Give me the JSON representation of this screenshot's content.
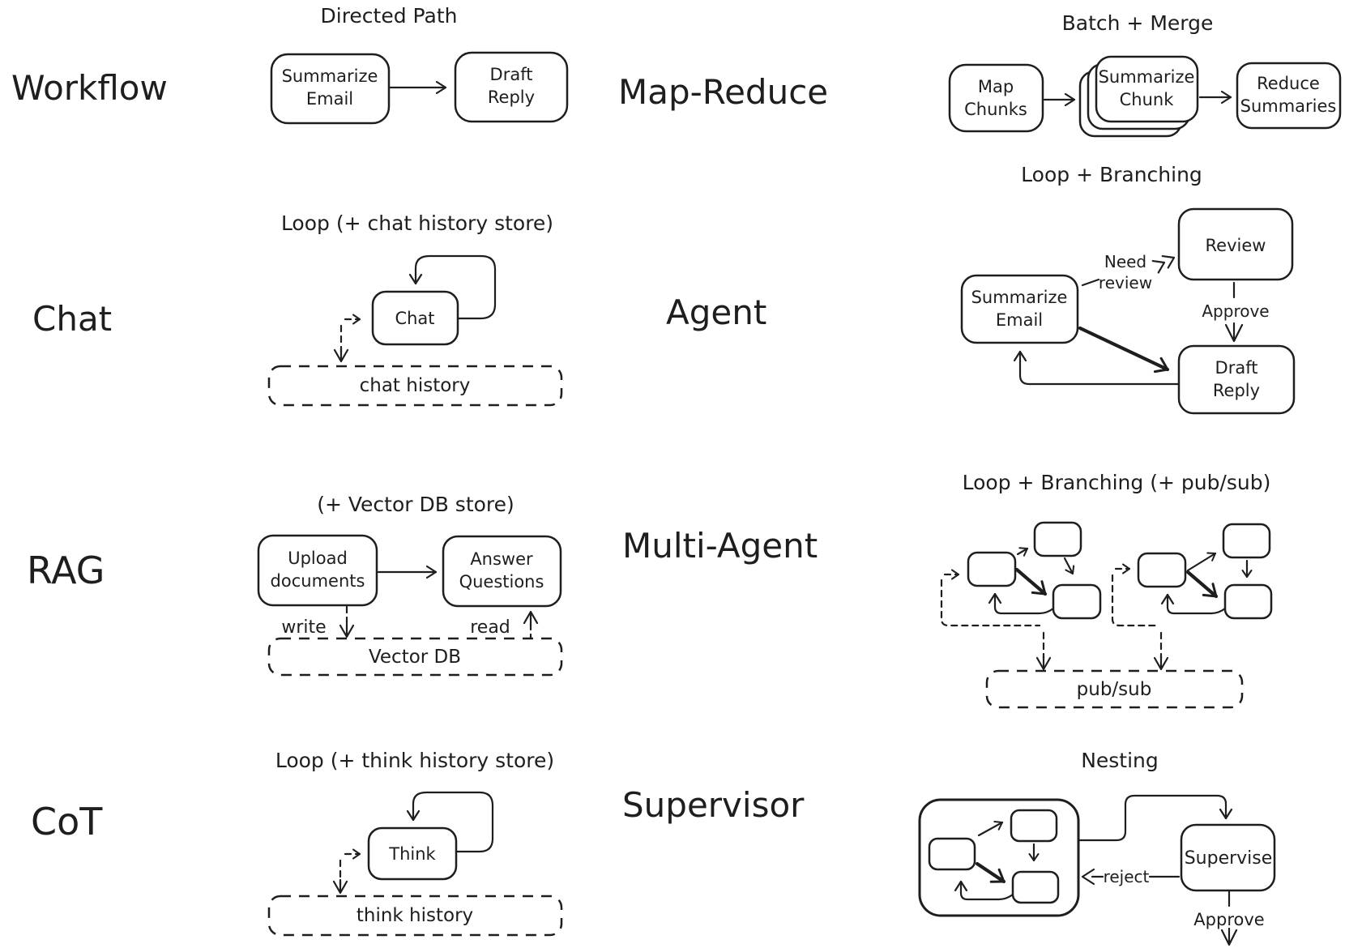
{
  "canvas": {
    "background": "#ffffff",
    "ink": "#1e1e1e"
  },
  "workflow": {
    "label": "Workflow",
    "pattern_title": "Directed Path",
    "node_summarize_email": {
      "line1": "Summarize",
      "line2": "Email"
    },
    "node_draft_reply": {
      "line1": "Draft",
      "line2": "Reply"
    }
  },
  "map_reduce": {
    "label": "Map-Reduce",
    "pattern_title": "Batch + Merge",
    "node_map_chunks": {
      "line1": "Map",
      "line2": "Chunks"
    },
    "node_summarize_chunk": {
      "line1": "Summarize",
      "line2": "Chunk"
    },
    "node_reduce_summaries": {
      "line1": "Reduce",
      "line2": "Summaries"
    }
  },
  "chat": {
    "label": "Chat",
    "pattern_title": "Loop (+ chat history store)",
    "node_chat": "Chat",
    "store_chat_history": "chat history"
  },
  "agent": {
    "label": "Agent",
    "pattern_title": "Loop + Branching",
    "node_summarize_email": {
      "line1": "Summarize",
      "line2": "Email"
    },
    "node_review": "Review",
    "node_draft_reply": {
      "line1": "Draft",
      "line2": "Reply"
    },
    "edge_need_review": {
      "line1": "Need",
      "line2": "review"
    },
    "edge_approve": "Approve"
  },
  "rag": {
    "label": "RAG",
    "pattern_title": "(+ Vector DB store)",
    "node_upload_documents": {
      "line1": "Upload",
      "line2": "documents"
    },
    "node_answer_questions": {
      "line1": "Answer",
      "line2": "Questions"
    },
    "edge_write": "write",
    "edge_read": "read",
    "store_vector_db": "Vector DB"
  },
  "multi_agent": {
    "label": "Multi-Agent",
    "pattern_title": "Loop + Branching (+ pub/sub)",
    "store_pub_sub": "pub/sub"
  },
  "cot": {
    "label": "CoT",
    "pattern_title": "Loop (+ think history store)",
    "node_think": "Think",
    "store_think_history": "think history"
  },
  "supervisor": {
    "label": "Supervisor",
    "pattern_title": "Nesting",
    "node_supervise": "Supervise",
    "edge_reject": "reject",
    "edge_approve": "Approve"
  }
}
